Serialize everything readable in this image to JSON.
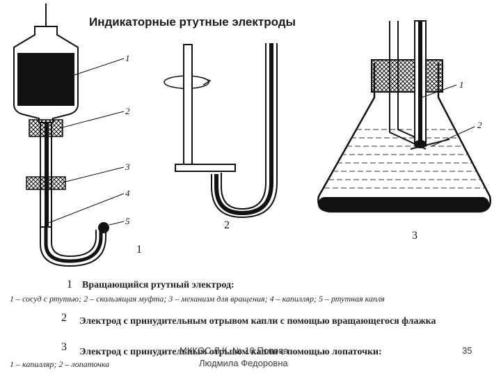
{
  "title": "Индикаторные ртутные электроды",
  "figure1": {
    "callouts": [
      "1",
      "2",
      "3",
      "4",
      "5"
    ],
    "number": "1"
  },
  "figure2": {
    "number": "2"
  },
  "figure3": {
    "callouts": [
      "1",
      "2"
    ],
    "number": "3"
  },
  "captions": [
    {
      "number": "1",
      "heading": "Вращающийся ртутный электрод:",
      "text": "1 – сосуд с ртутью; 2 – скользящая муфта; 3 – механизм для вращения; 4 – капилляр; 5 – ртутная капля"
    },
    {
      "number": "2",
      "heading": "Электрод с принудительным отрывом капли с помощью вращающегося флажка",
      "text": ""
    },
    {
      "number": "3",
      "heading": "Электрод с принудительным отрывом капли с помощью лопаточки:",
      "text": "1 – капилляр; 2 – лопаточка"
    }
  ],
  "footer": {
    "author_line1": "МККОС Л.К. № 10 Попова",
    "author_line2": "Людмила Федоровна",
    "page": "35"
  }
}
